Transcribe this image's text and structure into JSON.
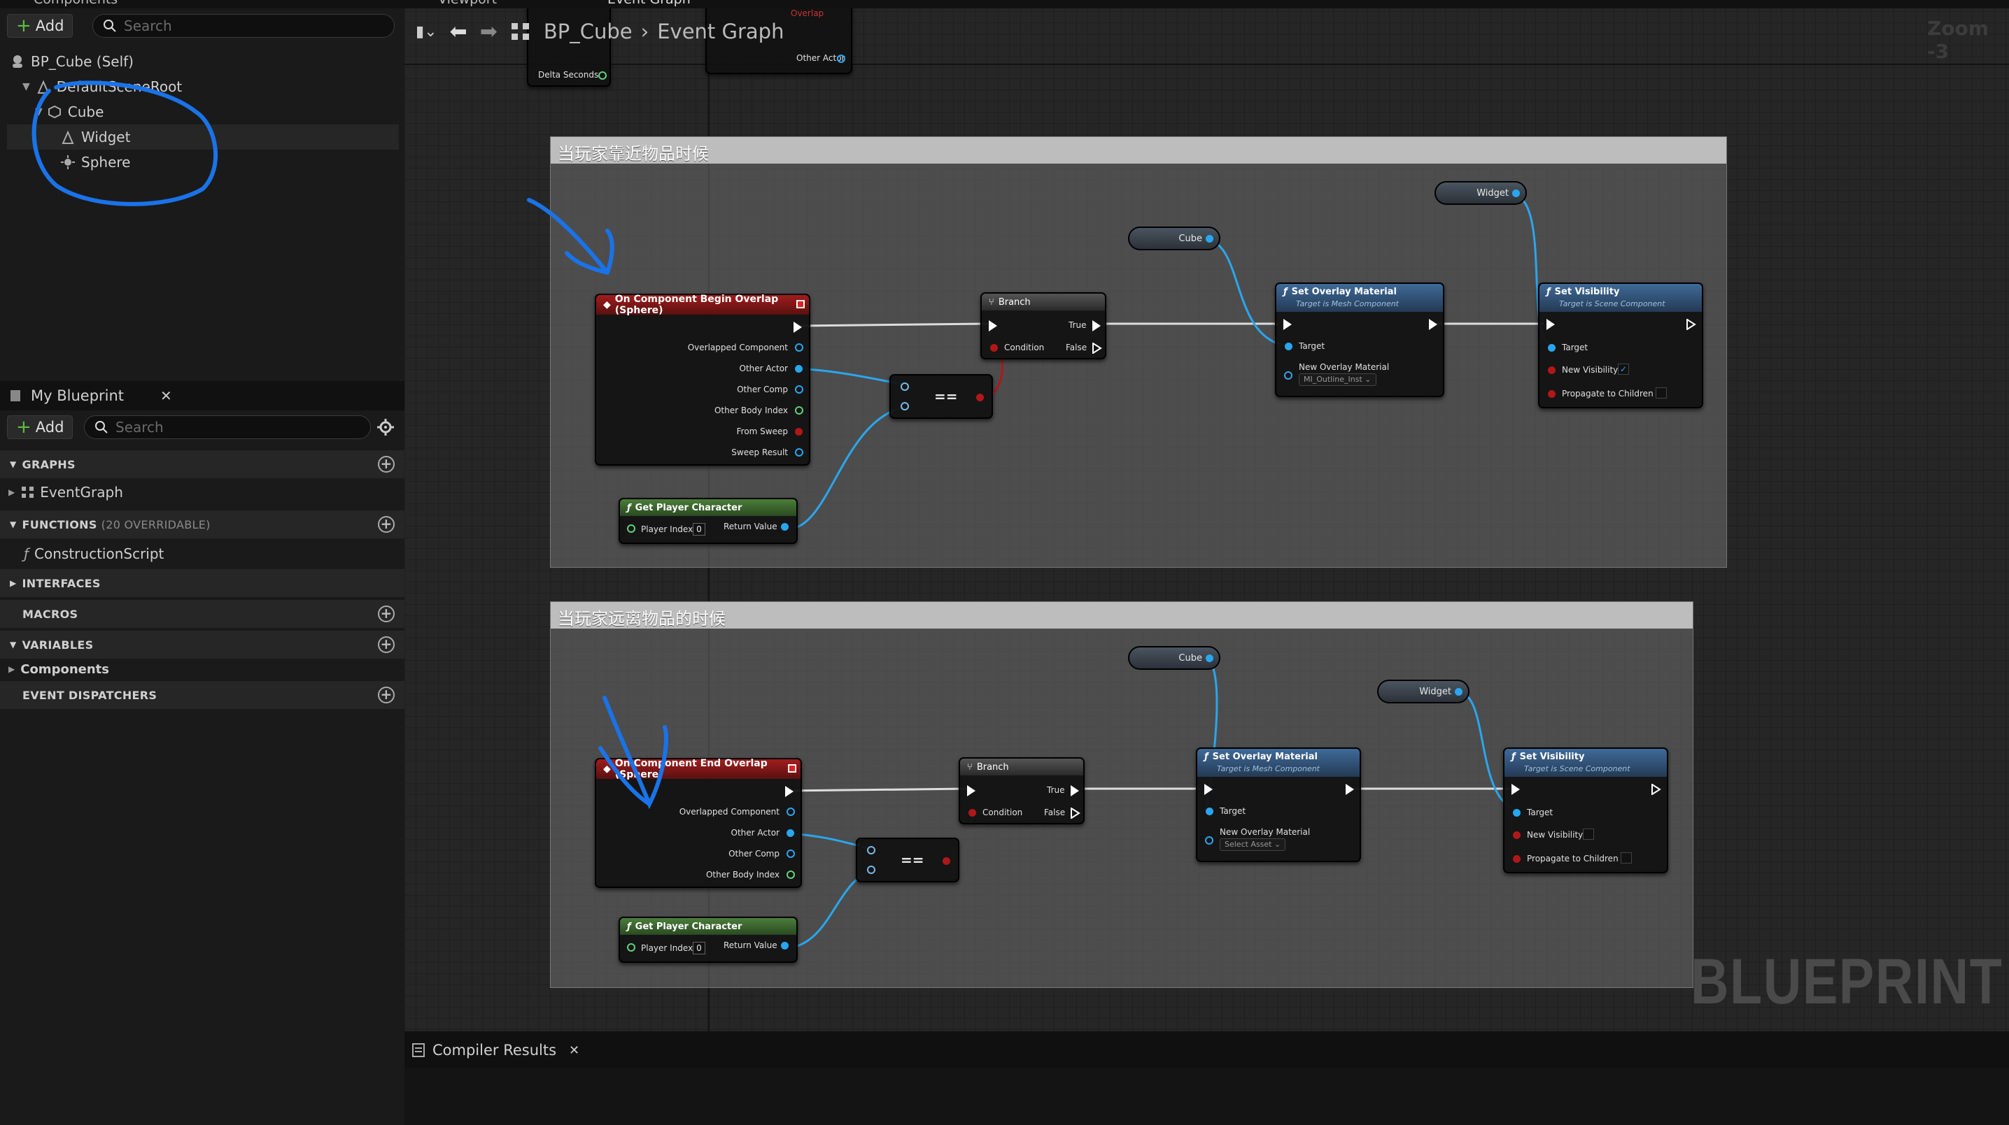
{
  "components_panel": {
    "tab_label": "Components",
    "add_label": "Add",
    "search_placeholder": "Search",
    "tree": {
      "root": "BP_Cube (Self)",
      "scene_root": "DefaultSceneRoot",
      "cube": "Cube",
      "widget": "Widget",
      "sphere": "Sphere"
    }
  },
  "my_blueprint": {
    "tab_label": "My Blueprint",
    "add_label": "Add",
    "search_placeholder": "Search",
    "sections": {
      "graphs": "GRAPHS",
      "event_graph": "EventGraph",
      "functions": "FUNCTIONS",
      "functions_sub": "(20 OVERRIDABLE)",
      "construction_script": "ConstructionScript",
      "interfaces": "INTERFACES",
      "macros": "MACROS",
      "variables": "VARIABLES",
      "components": "Components",
      "event_dispatchers": "EVENT DISPATCHERS"
    }
  },
  "editor_tabs": {
    "viewport": "Viewport",
    "event_graph": "Event Graph"
  },
  "breadcrumb": {
    "blueprint": "BP_Cube",
    "graph": "Event Graph"
  },
  "zoom_label": "Zoom -3",
  "watermark": "BLUEPRINT",
  "top_partial_nodes": {
    "delta_seconds": "Delta Seconds",
    "other_actor": "Other Actor",
    "overlap": "Overlap"
  },
  "comment_1": {
    "title": "当玩家靠近物品时候",
    "event_node": {
      "title": "On Component Begin Overlap (Sphere)",
      "pins": [
        "Overlapped Component",
        "Other Actor",
        "Other Comp",
        "Other Body Index",
        "From Sweep",
        "Sweep Result"
      ]
    },
    "branch": {
      "title": "Branch",
      "true": "True",
      "false": "False",
      "condition": "Condition"
    },
    "equals": "==",
    "get_player": {
      "title": "Get Player Character",
      "player_index": "Player Index",
      "index_value": "0",
      "return_value": "Return Value"
    },
    "cube_var": "Cube",
    "widget_var": "Widget",
    "set_overlay": {
      "title": "Set Overlay Material",
      "subtitle": "Target is Mesh Component",
      "target": "Target",
      "new_overlay": "New Overlay Material",
      "asset": "MI_Outline_Inst"
    },
    "set_visibility": {
      "title": "Set Visibility",
      "subtitle": "Target is Scene Component",
      "target": "Target",
      "new_visibility": "New Visibility",
      "new_visibility_checked": true,
      "propagate": "Propagate to Children"
    }
  },
  "comment_2": {
    "title": "当玩家远离物品的时候",
    "event_node": {
      "title": "On Component End Overlap (Sphere)",
      "pins": [
        "Overlapped Component",
        "Other Actor",
        "Other Comp",
        "Other Body Index"
      ]
    },
    "branch": {
      "title": "Branch",
      "true": "True",
      "false": "False",
      "condition": "Condition"
    },
    "equals": "==",
    "get_player": {
      "title": "Get Player Character",
      "player_index": "Player Index",
      "index_value": "0",
      "return_value": "Return Value"
    },
    "cube_var": "Cube",
    "widget_var": "Widget",
    "set_overlay": {
      "title": "Set Overlay Material",
      "subtitle": "Target is Mesh Component",
      "target": "Target",
      "new_overlay": "New Overlay Material",
      "asset": "Select Asset"
    },
    "set_visibility": {
      "title": "Set Visibility",
      "subtitle": "Target is Scene Component",
      "target": "Target",
      "new_visibility": "New Visibility",
      "new_visibility_checked": false,
      "propagate": "Propagate to Children"
    }
  },
  "bottom_panel": {
    "tab_label": "Compiler Results"
  },
  "colors": {
    "annotation": "#1a73e8",
    "object_pin": "#2aa6ef",
    "event_header": "#a11d1d",
    "function_header": "#3f6a98",
    "pure_header": "#4b7d3a"
  }
}
